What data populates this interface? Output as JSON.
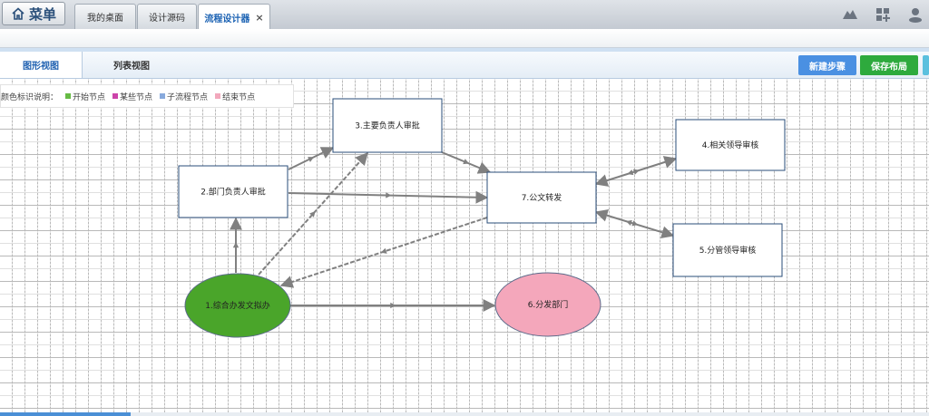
{
  "header": {
    "menu_label": "菜单",
    "tabs": [
      {
        "label": "我的桌面",
        "active": false
      },
      {
        "label": "设计源码",
        "active": false
      },
      {
        "label": "流程设计器",
        "active": true,
        "closable": true
      }
    ],
    "close_glyph": "×",
    "icons": [
      "cloud-icon",
      "grid-plus-icon",
      "user-icon"
    ]
  },
  "view": {
    "tabs": [
      {
        "label": "图形视图",
        "active": true
      },
      {
        "label": "列表视图",
        "active": false
      }
    ],
    "buttons": [
      {
        "label": "新建步骤",
        "color": "#4a90e2"
      },
      {
        "label": "保存布局",
        "color": "#2eaa3d"
      }
    ]
  },
  "legend": {
    "prefix": "颜色标识说明：",
    "items": [
      {
        "label": "开始节点",
        "color": "#66bb44"
      },
      {
        "label": "某些节点",
        "color": "#cc44aa"
      },
      {
        "label": "子流程节点",
        "color": "#88aadd"
      },
      {
        "label": "结束节点",
        "color": "#f2a8bc"
      }
    ]
  },
  "diagram": {
    "nodes": [
      {
        "id": "n1",
        "label": "1.综合办发文拟办",
        "shape": "ellipse",
        "color": "#4aa52a"
      },
      {
        "id": "n2",
        "label": "2.部门负责人审批",
        "shape": "rect"
      },
      {
        "id": "n3",
        "label": "3.主要负责人审批",
        "shape": "rect"
      },
      {
        "id": "n4",
        "label": "4.相关领导审核",
        "shape": "rect"
      },
      {
        "id": "n5",
        "label": "5.分管领导审核",
        "shape": "rect"
      },
      {
        "id": "n6",
        "label": "6.分发部门",
        "shape": "ellipse",
        "color": "#f4a7bb"
      },
      {
        "id": "n7",
        "label": "7.公文转发",
        "shape": "rect"
      }
    ],
    "edges": [
      {
        "from": "n1",
        "to": "n2"
      },
      {
        "from": "n1",
        "to": "n3"
      },
      {
        "from": "n1",
        "to": "n6"
      },
      {
        "from": "n2",
        "to": "n3"
      },
      {
        "from": "n2",
        "to": "n7"
      },
      {
        "from": "n3",
        "to": "n7"
      },
      {
        "from": "n7",
        "to": "n1"
      },
      {
        "from": "n7",
        "to": "n4",
        "bidirectional": true
      },
      {
        "from": "n7",
        "to": "n5",
        "bidirectional": true
      }
    ],
    "edge_color": "#808080",
    "node_border": "#2a4d7a"
  }
}
